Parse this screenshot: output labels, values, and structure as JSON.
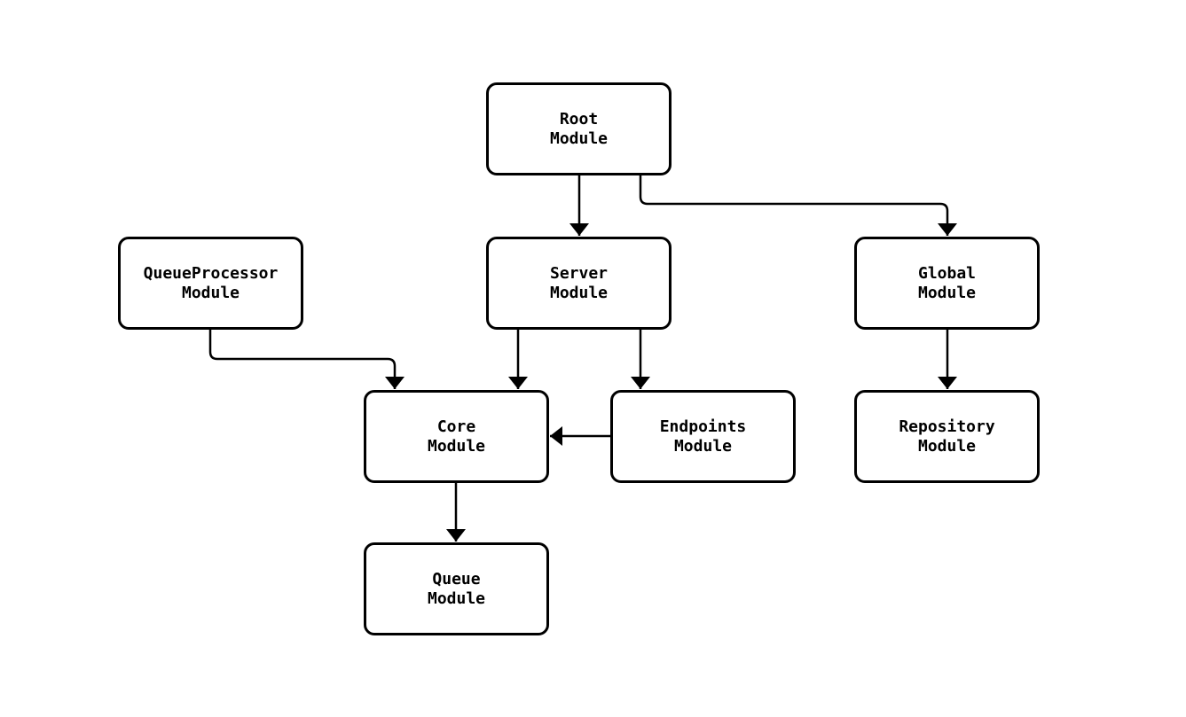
{
  "diagram": {
    "type": "flowchart",
    "direction": "top-down",
    "background_color": "#ffffff",
    "node_fill_color": "#ffffff",
    "node_border_color": "#000000",
    "edge_color": "#000000",
    "text_color": "#000000",
    "nodes": {
      "root": {
        "label": "Root\nModule"
      },
      "queue_processor": {
        "label": "QueueProcessor\nModule"
      },
      "server": {
        "label": "Server\nModule"
      },
      "global": {
        "label": "Global\nModule"
      },
      "core": {
        "label": "Core\nModule"
      },
      "endpoints": {
        "label": "Endpoints\nModule"
      },
      "repository": {
        "label": "Repository\nModule"
      },
      "queue": {
        "label": "Queue\nModule"
      }
    },
    "edges": [
      {
        "from": "Root Module",
        "to": "Server Module"
      },
      {
        "from": "Root Module",
        "to": "Global Module"
      },
      {
        "from": "QueueProcessor Module",
        "to": "Core Module"
      },
      {
        "from": "Server Module",
        "to": "Core Module"
      },
      {
        "from": "Server Module",
        "to": "Endpoints Module"
      },
      {
        "from": "Endpoints Module",
        "to": "Core Module"
      },
      {
        "from": "Global Module",
        "to": "Repository Module"
      },
      {
        "from": "Core Module",
        "to": "Queue Module"
      }
    ]
  }
}
